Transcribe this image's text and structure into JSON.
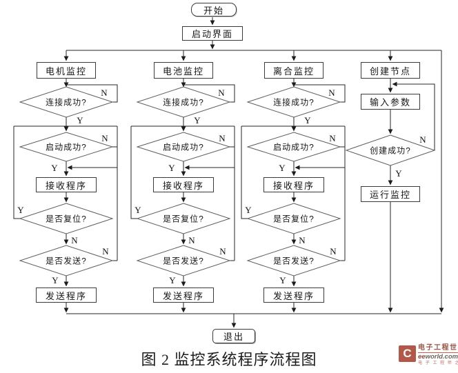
{
  "caption": "图 2 监控系统程序流程图",
  "labels": {
    "yes": "Y",
    "no": "N"
  },
  "flow": {
    "start": "开始",
    "init": "启动界面",
    "exit": "退出",
    "columns": [
      {
        "header": "电机监控",
        "connect": "连接成功?",
        "launch": "启动成功?",
        "receive": "接收程序",
        "reset": "是否复位?",
        "send": "是否发送?",
        "transmit": "发送程序"
      },
      {
        "header": "电池监控",
        "connect": "连接成功?",
        "launch": "启动成功?",
        "receive": "接收程序",
        "reset": "是否复位?",
        "send": "是否发送?",
        "transmit": "发送程序"
      },
      {
        "header": "离合监控",
        "connect": "连接成功?",
        "launch": "启动成功?",
        "receive": "接收程序",
        "reset": "是否复位?",
        "send": "是否发送?",
        "transmit": "发送程序"
      },
      {
        "header": "创建节点",
        "input": "输入参数",
        "created": "创建成功?",
        "run": "运行监控"
      }
    ]
  },
  "watermark": {
    "icon_letter": "C",
    "brand": "电子工程世界",
    "domain_ee": "ee",
    "domain_rest": "world.com.cn",
    "slogan": "电 子 工 程 师 之 家"
  },
  "colors": {
    "line": "#262626",
    "box_border": "#3a3a3a",
    "diamond_border": "#5d5d5d",
    "background": "#ffffff",
    "logo_red": "#a63a2a",
    "brand_text": "#8a3b2c",
    "domain_text": "#554840",
    "slogan_text": "#c05540"
  }
}
